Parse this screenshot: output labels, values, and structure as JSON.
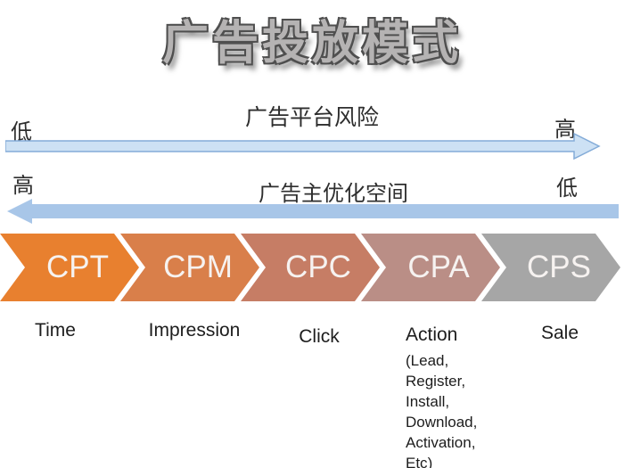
{
  "title": "广告投放模式",
  "arrows": [
    {
      "caption": "广告平台风险",
      "left_end": "低",
      "right_end": "高",
      "direction": "right",
      "fill": "#cde1f4",
      "stroke": "#84acd8"
    },
    {
      "caption": "广告主优化空间",
      "left_end": "高",
      "right_end": "低",
      "direction": "left",
      "fill": "#a8c6e8",
      "stroke": "#a8c6e8"
    }
  ],
  "chevrons": [
    {
      "label": "CPT",
      "color": "#e8802f",
      "description": "Time"
    },
    {
      "label": "CPM",
      "color": "#d97f4a",
      "description": "Impression"
    },
    {
      "label": "CPC",
      "color": "#c67d65",
      "description": "Click"
    },
    {
      "label": "CPA",
      "color": "#ba8e86",
      "description": "Action",
      "sub": [
        "(Lead,",
        "Register,",
        "Install,",
        "Download,",
        "Activation,"
      ],
      "sub_etc": "Etc",
      "sub_etc_suffix": ")"
    },
    {
      "label": "CPS",
      "color": "#a6a6a6",
      "description": "Sale"
    }
  ],
  "colors": {
    "title_fill": "#b5b3b3",
    "title_outline": "#4f4f4f",
    "chevron_text": "#f6f2f0",
    "label_text": "#1d1d1d",
    "etc_underline": "#a84a3c",
    "background": "#ffffff"
  }
}
